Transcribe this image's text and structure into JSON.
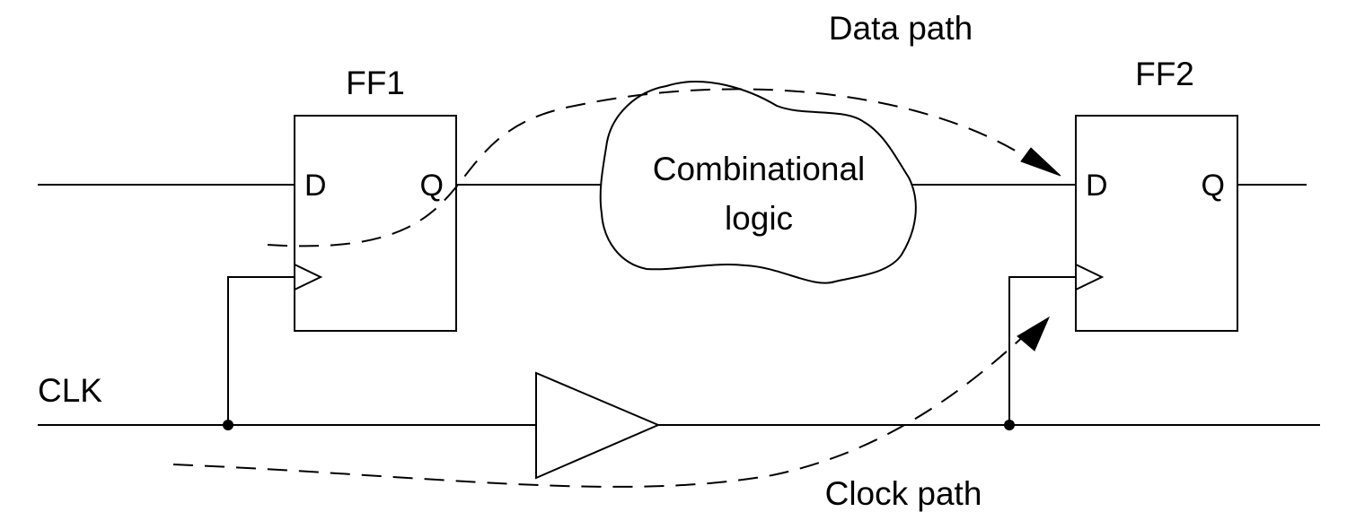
{
  "labels": {
    "data_path": "Data path",
    "clock_path": "Clock path",
    "clock_signal": "CLK",
    "combinational_logic_line1": "Combinational",
    "combinational_logic_line2": "logic"
  },
  "flip_flops": [
    {
      "name": "FF1",
      "input_pin": "D",
      "output_pin": "Q"
    },
    {
      "name": "FF2",
      "input_pin": "D",
      "output_pin": "Q"
    }
  ],
  "colors": {
    "stroke": "#000000",
    "background": "#ffffff"
  }
}
